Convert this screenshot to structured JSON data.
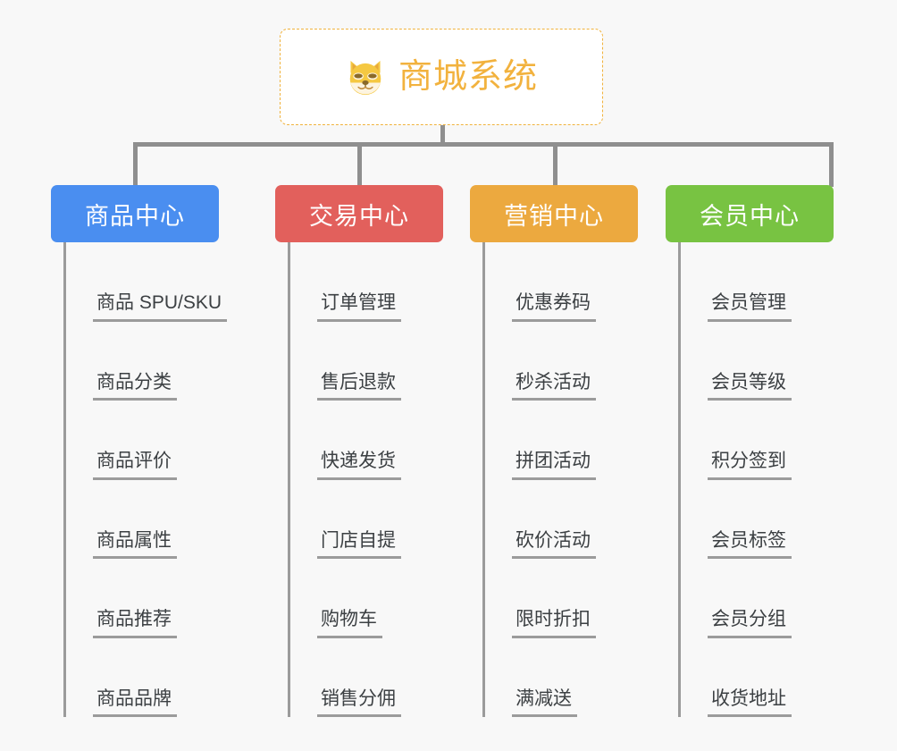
{
  "background_color": "#f8f8f8",
  "root": {
    "icon": "shiba-dog-face-icon",
    "title": "商城系统",
    "color": "#f2b23e",
    "border_color": "#f0b23c"
  },
  "connector_color": "#8f8f8f",
  "branch_line_color": "#9b9b9b",
  "leaf_text_color": "#3c4043",
  "columns": [
    {
      "id": "product-center",
      "label": "商品中心",
      "color": "#4a8ef0",
      "items": [
        "商品 SPU/SKU",
        "商品分类",
        "商品评价",
        "商品属性",
        "商品推荐",
        "商品品牌"
      ]
    },
    {
      "id": "trade-center",
      "label": "交易中心",
      "color": "#e2605c",
      "items": [
        "订单管理",
        "售后退款",
        "快递发货",
        "门店自提",
        "购物车",
        "销售分佣"
      ]
    },
    {
      "id": "marketing-center",
      "label": "营销中心",
      "color": "#eca93f",
      "items": [
        "优惠券码",
        "秒杀活动",
        "拼团活动",
        "砍价活动",
        "限时折扣",
        "满减送"
      ]
    },
    {
      "id": "member-center",
      "label": "会员中心",
      "color": "#78c342",
      "items": [
        "会员管理",
        "会员等级",
        "积分签到",
        "会员标签",
        "会员分组",
        "收货地址"
      ]
    }
  ]
}
